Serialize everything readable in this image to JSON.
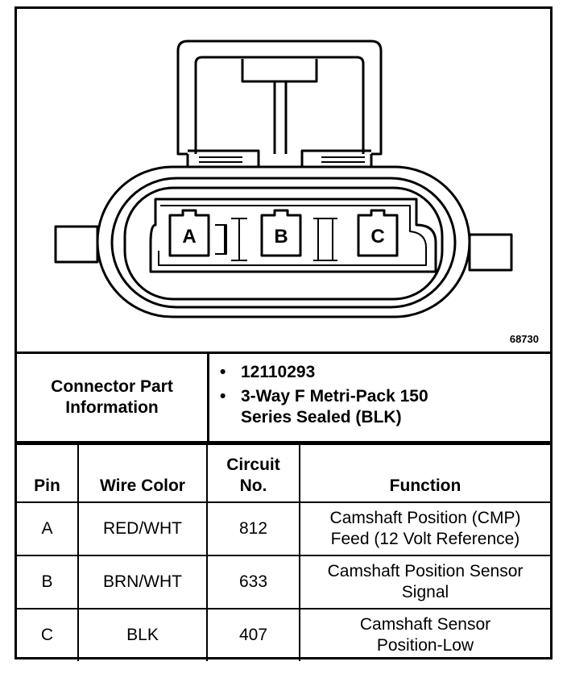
{
  "figure_number": "68730",
  "connector": {
    "cavity_labels": [
      "A",
      "B",
      "C"
    ]
  },
  "connector_info": {
    "label_line1": "Connector Part",
    "label_line2": "Information",
    "bullet_glyph": "•",
    "bullets": [
      {
        "line1": "12110293",
        "line2": ""
      },
      {
        "line1": "3-Way F Metri-Pack 150",
        "line2": "Series Sealed (BLK)"
      }
    ]
  },
  "table": {
    "headers": {
      "pin": "Pin",
      "wire_color": "Wire Color",
      "circuit_line1": "Circuit",
      "circuit_line2": "No.",
      "function": "Function"
    },
    "rows": [
      {
        "pin": "A",
        "wire_color": "RED/WHT",
        "circuit": "812",
        "function_line1": "Camshaft Position (CMP)",
        "function_line2": "Feed (12 Volt Reference)"
      },
      {
        "pin": "B",
        "wire_color": "BRN/WHT",
        "circuit": "633",
        "function_line1": "Camshaft Position Sensor",
        "function_line2": "Signal"
      },
      {
        "pin": "C",
        "wire_color": "BLK",
        "circuit": "407",
        "function_line1": "Camshaft Sensor",
        "function_line2": "Position-Low"
      }
    ]
  }
}
